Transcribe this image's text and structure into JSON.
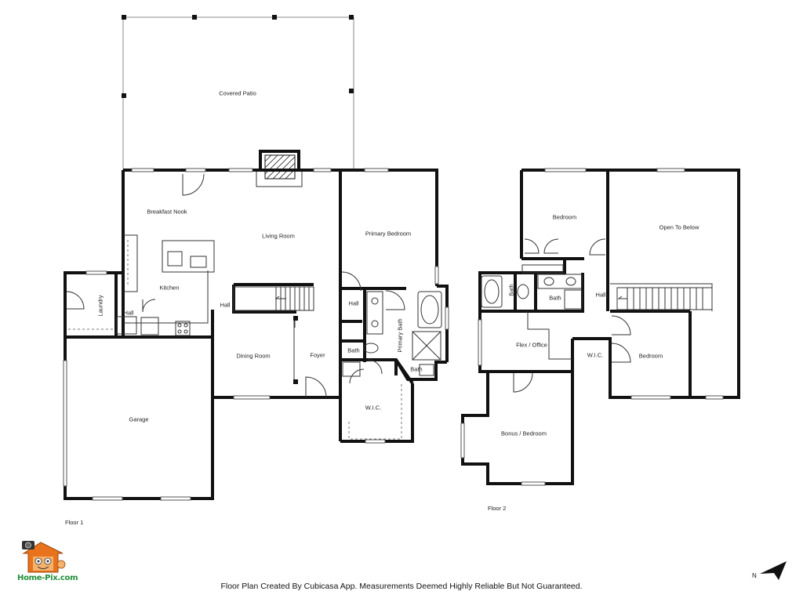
{
  "floor1": {
    "label": "Floor 1",
    "rooms": {
      "covered_patio": "Covered Patio",
      "breakfast_nook": "Breakfast Nook",
      "living_room": "Living Room",
      "primary_bedroom": "Primary Bedroom",
      "kitchen": "Kitchen",
      "laundry": "Laundry",
      "hall_laundry": "Hall",
      "hall_stairs": "Hall",
      "hall_primary": "Hall",
      "dining_room": "Dining Room",
      "foyer": "Foyer",
      "garage": "Garage",
      "primary_bath": "Primary Bath",
      "bath_1": "Bath",
      "bath_2": "Bath",
      "wic": "W.I.C."
    }
  },
  "floor2": {
    "label": "Floor 2",
    "rooms": {
      "bedroom_1": "Bedroom",
      "open_to_below": "Open To Below",
      "bath_a": "Bath",
      "bath_b": "Bath",
      "hall": "Hall",
      "flex_office": "Flex / Office",
      "wic": "W.I.C.",
      "bedroom_2": "Bedroom",
      "bonus_bedroom": "Bonus / Bedroom"
    }
  },
  "disclaimer": "Floor Plan Created By Cubicasa App. Measurements Deemed Highly Reliable But Not Guaranteed.",
  "logo_text": "Home-Pix.com",
  "compass_label": "N",
  "colors": {
    "wall": "#111111",
    "logo_green": "#1f8f3a",
    "logo_orange": "#e8731c"
  }
}
